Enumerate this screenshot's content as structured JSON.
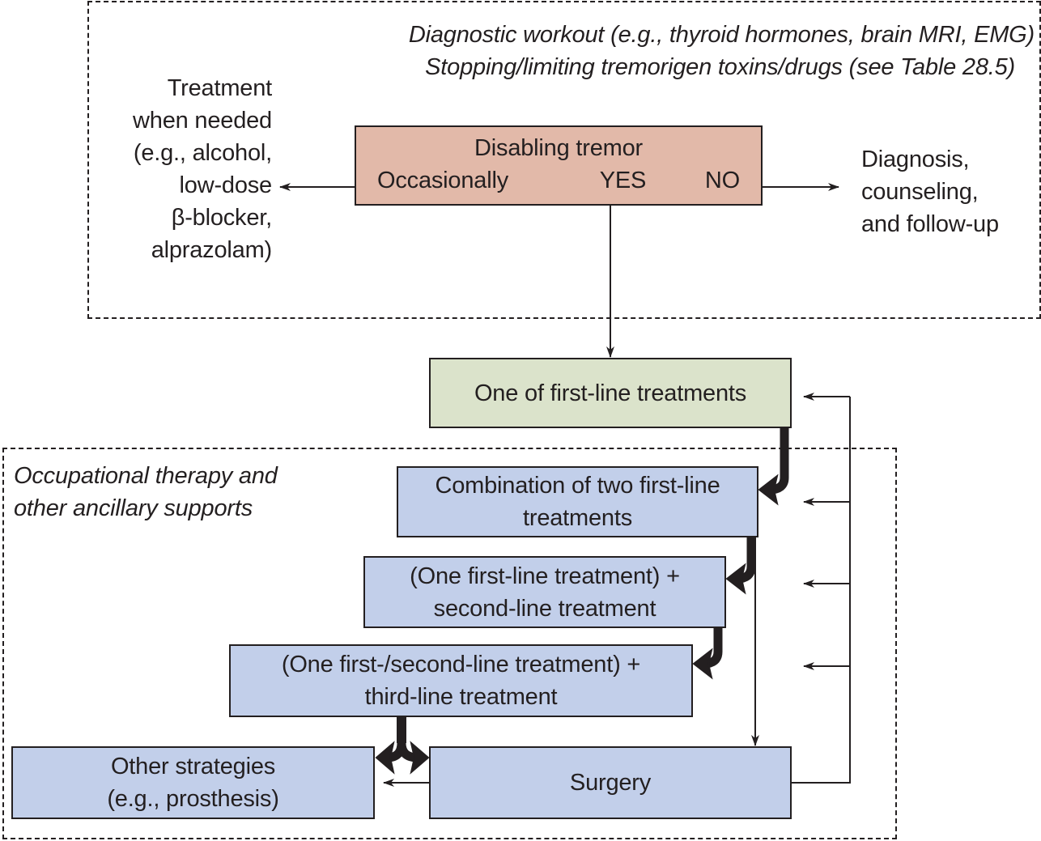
{
  "regions": {
    "top": {
      "notes": [
        "Diagnostic workout (e.g., thyroid hormones, brain MRI, EMG)",
        "Stopping/limiting tremorigen toxins/drugs (see Table 28.5)"
      ]
    },
    "bottom": {
      "notes": [
        "Occupational therapy and",
        "other ancillary supports"
      ]
    }
  },
  "decision": {
    "title": "Disabling tremor",
    "options": [
      "Occasionally",
      "YES",
      "NO"
    ]
  },
  "occasional_outcome": {
    "lines": [
      "Treatment",
      "when needed",
      "(e.g., alcohol,",
      "low-dose",
      "β-blocker,",
      "alprazolam)"
    ]
  },
  "no_outcome": {
    "lines": [
      "Diagnosis,",
      "counseling,",
      "and follow-up"
    ]
  },
  "steps": {
    "first_line": {
      "lines": [
        "One of first-line treatments"
      ]
    },
    "combination": {
      "lines": [
        "Combination of two first-line",
        "treatments"
      ]
    },
    "second_line": {
      "lines": [
        "(One first-line treatment) +",
        "second-line treatment"
      ]
    },
    "third_line": {
      "lines": [
        "(One first-/second-line treatment) +",
        "third-line treatment"
      ]
    },
    "other": {
      "lines": [
        "Other strategies",
        "(e.g., prosthesis)"
      ]
    },
    "surgery": {
      "lines": [
        "Surgery"
      ]
    }
  },
  "colors": {
    "decision_fill": "#e2b9a9",
    "first_line_fill": "#dbe3cb",
    "step_fill": "#c2cfea",
    "stroke": "#231f20"
  }
}
